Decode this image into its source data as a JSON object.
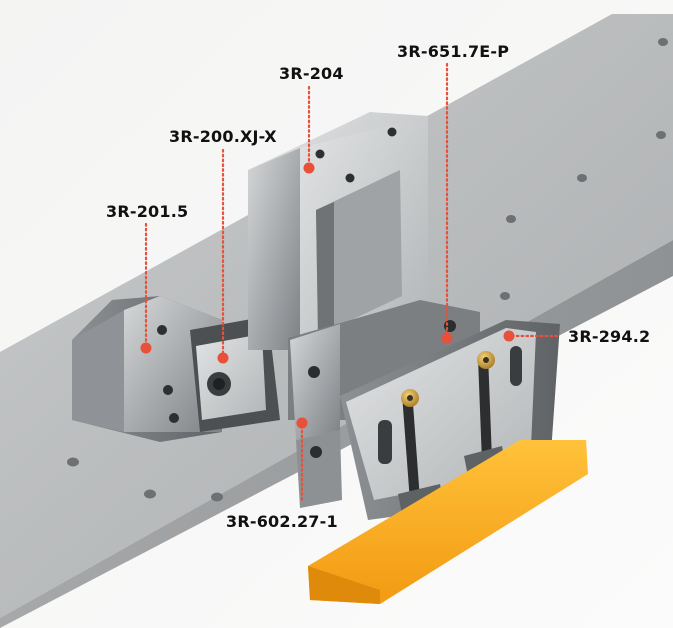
{
  "accent_color": "#e8503a",
  "callouts": [
    {
      "id": "3r-204",
      "label": "3R-204"
    },
    {
      "id": "3r-651-7e-p",
      "label": "3R-651.7E-P"
    },
    {
      "id": "3r-200-xj-x",
      "label": "3R-200.XJ-X"
    },
    {
      "id": "3r-201-5",
      "label": "3R-201.5"
    },
    {
      "id": "3r-294-2",
      "label": "3R-294.2"
    },
    {
      "id": "3r-602-27-1",
      "label": "3R-602.27-1"
    }
  ]
}
